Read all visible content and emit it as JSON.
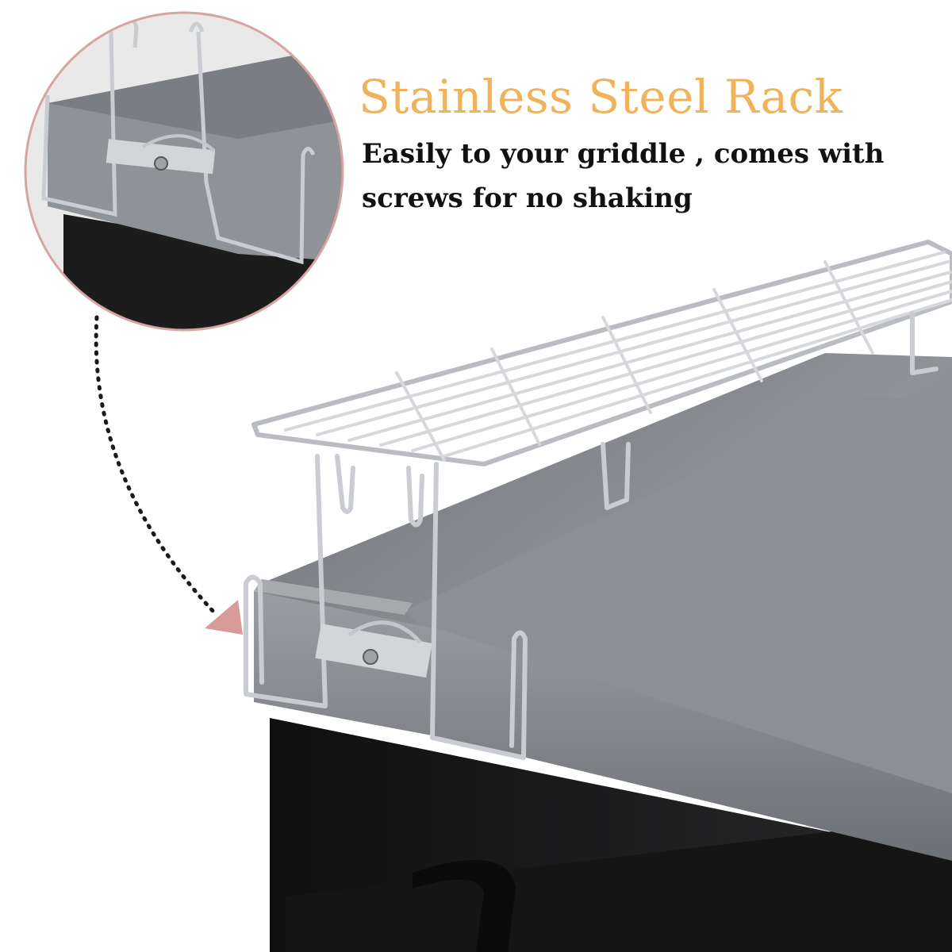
{
  "headline": {
    "title": "Stainless Steel Rack",
    "subtitle": "Easily to your griddle , comes with screws for no shaking"
  },
  "colors": {
    "title": "#f0b35b",
    "text": "#111111",
    "inset_border": "#d7a4a4",
    "arrow": "#d99a9a",
    "griddle_top": "#8e9196",
    "griddle_dark": "#1b1b1d",
    "steel": "#c9ccd0"
  },
  "icons": {
    "inset": "zoom-detail-circle",
    "pointer": "dotted-arrow"
  }
}
